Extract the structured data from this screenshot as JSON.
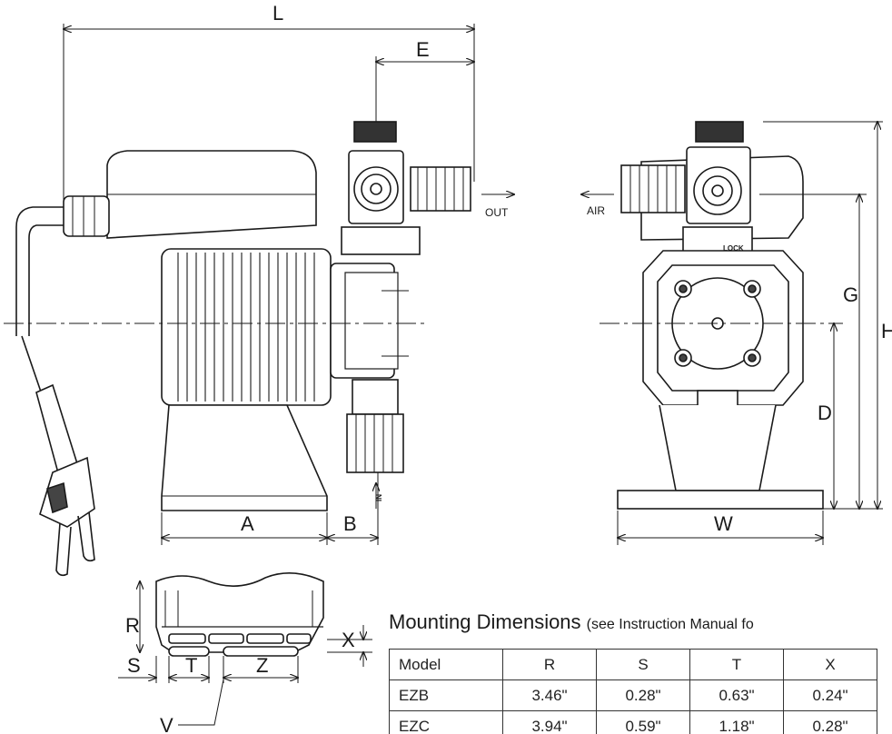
{
  "side_view": {
    "dims": {
      "L": "L",
      "E": "E",
      "A": "A",
      "B": "B"
    },
    "labels": {
      "out": "OUT",
      "in": "IN"
    }
  },
  "front_view": {
    "dims": {
      "G": "G",
      "H": "H",
      "D": "D",
      "W": "W"
    },
    "labels": {
      "air": "AIR",
      "lock": "LOCK"
    }
  },
  "base_view": {
    "dims": {
      "R": "R",
      "X": "X",
      "S": "S",
      "T": "T",
      "Z": "Z",
      "V": "V"
    }
  },
  "mounting": {
    "title": "Mounting Dimensions",
    "note": "(see Instruction Manual fo",
    "columns": [
      "Model",
      "R",
      "S",
      "T",
      "X"
    ],
    "rows": [
      [
        "EZB",
        "3.46\"",
        "0.28\"",
        "0.63\"",
        "0.24\""
      ],
      [
        "EZC",
        "3.94\"",
        "0.59\"",
        "1.18\"",
        "0.28\""
      ]
    ]
  }
}
